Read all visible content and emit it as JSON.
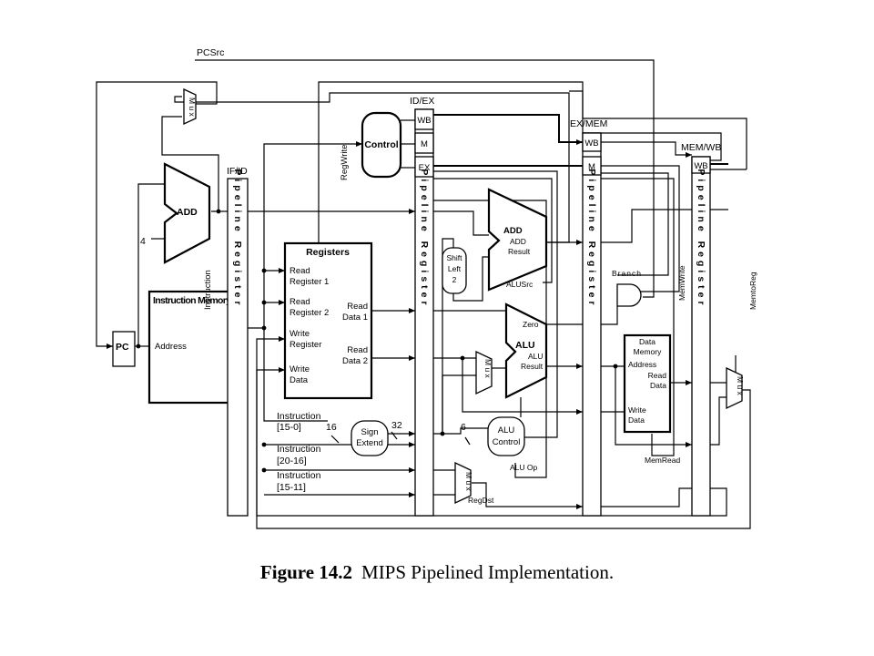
{
  "caption": {
    "label": "Figure 14.2",
    "text": "MIPS Pipelined Implementation."
  },
  "labels": {
    "pcsrc": "PCSrc",
    "mux": "M u x",
    "add": "ADD",
    "four": "4",
    "pc": "PC",
    "imem_title": "Instruction Memory",
    "imem_address": "Address",
    "ifid": "IF/ID",
    "idex": "ID/EX",
    "exmem": "EX/MEM",
    "memwb": "MEM/WB",
    "pipeline_register": "Pipeline Register",
    "control": "Control",
    "regwrite": "RegWrite",
    "wb": "WB",
    "m": "M",
    "ex": "EX",
    "instruction": "Instruction",
    "registers": "Registers",
    "read_reg1_a": "Read",
    "read_reg1_b": "Register 1",
    "read_reg2_a": "Read",
    "read_reg2_b": "Register 2",
    "write_reg_a": "Write",
    "write_reg_b": "Register",
    "write_data_a": "Write",
    "write_data_b": "Data",
    "read_data1_a": "Read",
    "read_data1_b": "Data 1",
    "read_data2_a": "Read",
    "read_data2_b": "Data 2",
    "instr_15_0_a": "Instruction",
    "instr_15_0_b": "[15-0]",
    "instr_20_16_a": "Instruction",
    "instr_20_16_b": "[20-16]",
    "instr_15_11_a": "Instruction",
    "instr_15_11_b": "[15-11]",
    "sixteen": "16",
    "thirtytwo": "32",
    "sign_extend_a": "Sign",
    "sign_extend_b": "Extend",
    "shift_left_a": "Shift",
    "shift_left_b": "Left",
    "shift_left_c": "2",
    "add_result_title": "ADD",
    "add_result_a": "ADD",
    "add_result_b": "Result",
    "alusrc": "ALUSrc",
    "zero": "Zero",
    "alu": "ALU",
    "alu_result_a": "ALU",
    "alu_result_b": "Result",
    "six": "6",
    "alu_control_a": "ALU",
    "alu_control_b": "Control",
    "aluop": "ALU Op",
    "regdst": "RegDst",
    "branch": "Branch",
    "memwrite": "MemWrite",
    "dmem_a": "Data",
    "dmem_b": "Memory",
    "dmem_address": "Address",
    "dmem_read_a": "Read",
    "dmem_read_b": "Data",
    "dmem_write_a": "Write",
    "dmem_write_b": "Data",
    "memread": "MemRead",
    "memtoreg": "MemtoReg"
  }
}
